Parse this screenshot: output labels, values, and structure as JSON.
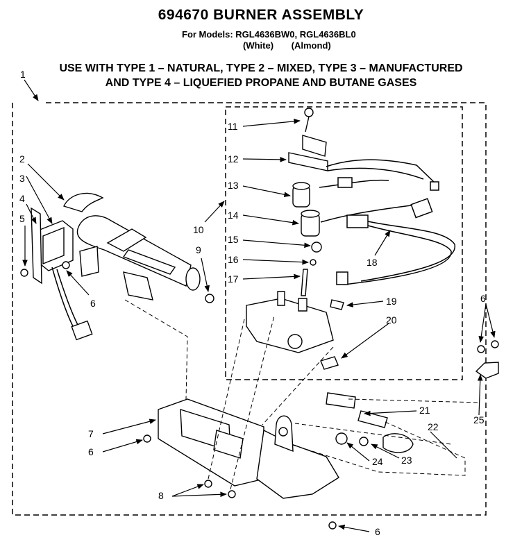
{
  "header": {
    "title": "694670 BURNER ASSEMBLY",
    "models_line": "For Models: RGL4636BW0, RGL4636BL0",
    "color_white": "(White)",
    "color_almond": "(Almond)",
    "gas_line_1": "USE WITH TYPE 1 – NATURAL, TYPE 2 – MIXED, TYPE 3 – MANUFACTURED",
    "gas_line_2": "AND TYPE 4 – LIQUEFIED PROPANE AND BUTANE GASES"
  },
  "callouts": [
    "1",
    "2",
    "3",
    "4",
    "5",
    "6",
    "7",
    "6",
    "8",
    "9",
    "10",
    "11",
    "12",
    "13",
    "14",
    "15",
    "16",
    "17",
    "18",
    "19",
    "20",
    "6",
    "21",
    "22",
    "23",
    "24",
    "25",
    "6"
  ],
  "colors": {
    "ink": "#000000",
    "paper": "#ffffff"
  }
}
